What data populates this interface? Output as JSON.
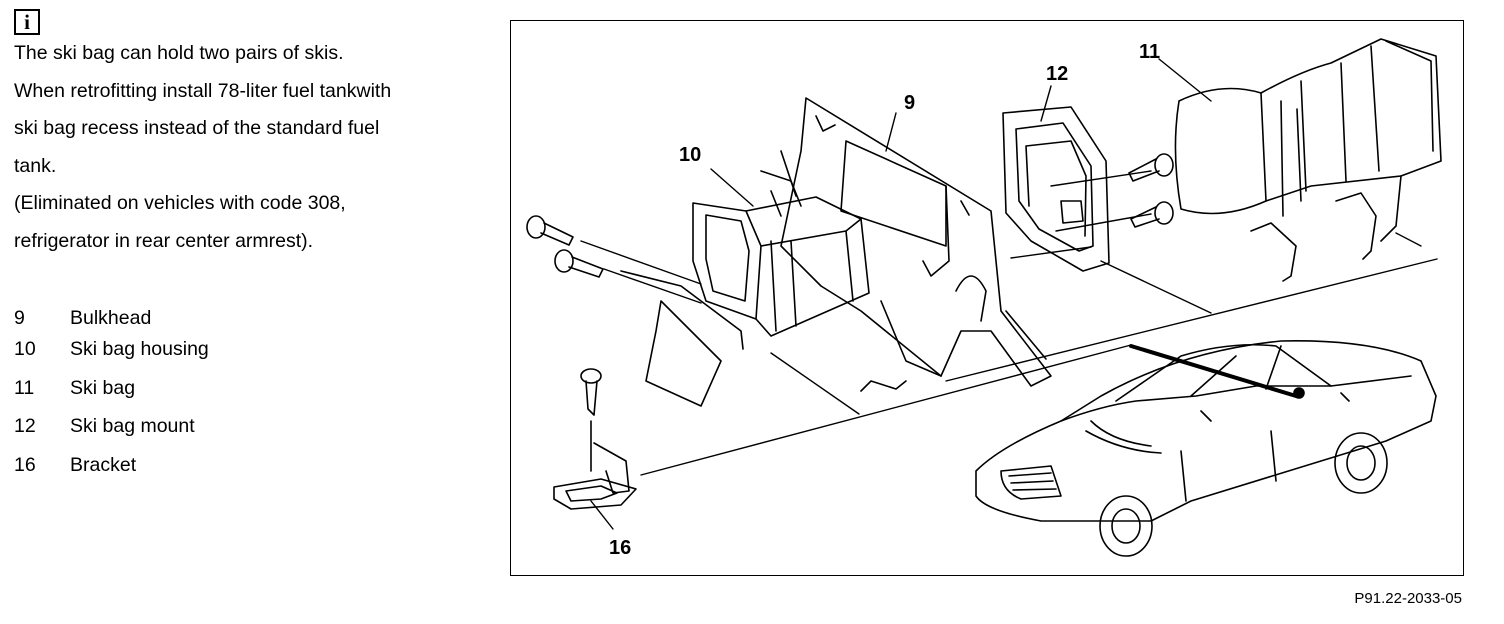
{
  "info": {
    "icon": "info-icon",
    "icon_glyph": "i",
    "lines": [
      "The ski bag can hold two pairs of skis.",
      "When retrofitting install 78-liter fuel  tankwith",
      "ski bag recess instead of the standard fuel",
      "tank.",
      "(Eliminated on vehicles with code 308,",
      "refrigerator in rear center armrest)."
    ]
  },
  "legend": [
    {
      "number": "9",
      "label": "Bulkhead"
    },
    {
      "number": "10",
      "label": "Ski bag housing"
    },
    {
      "number": "11",
      "label": "Ski bag"
    },
    {
      "number": "12",
      "label": "Ski bag mount"
    },
    {
      "number": "16",
      "label": "Bracket"
    }
  ],
  "figure": {
    "callouts": {
      "c9": "9",
      "c10": "10",
      "c11": "11",
      "c12": "12",
      "c16": "16"
    },
    "reference": "P91.22-2033-05"
  }
}
